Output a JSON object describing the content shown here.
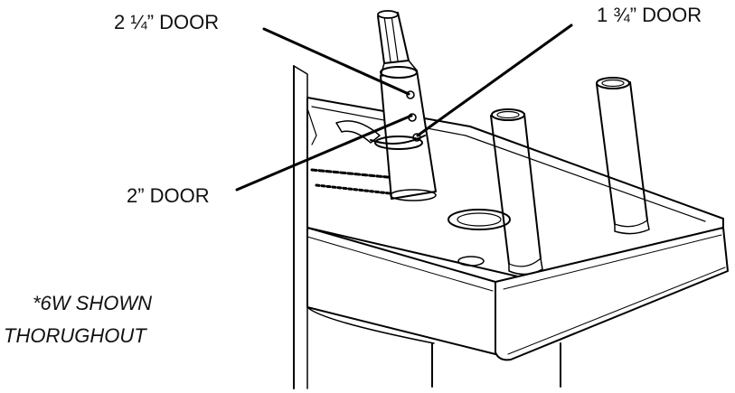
{
  "callouts": {
    "door_2_quarter": "2 ¼” DOOR",
    "door_1_three_quarter": "1 ¾” DOOR",
    "door_2": "2” DOOR"
  },
  "note": {
    "line1": "*6W SHOWN",
    "line2": "THORUGHOUT"
  }
}
